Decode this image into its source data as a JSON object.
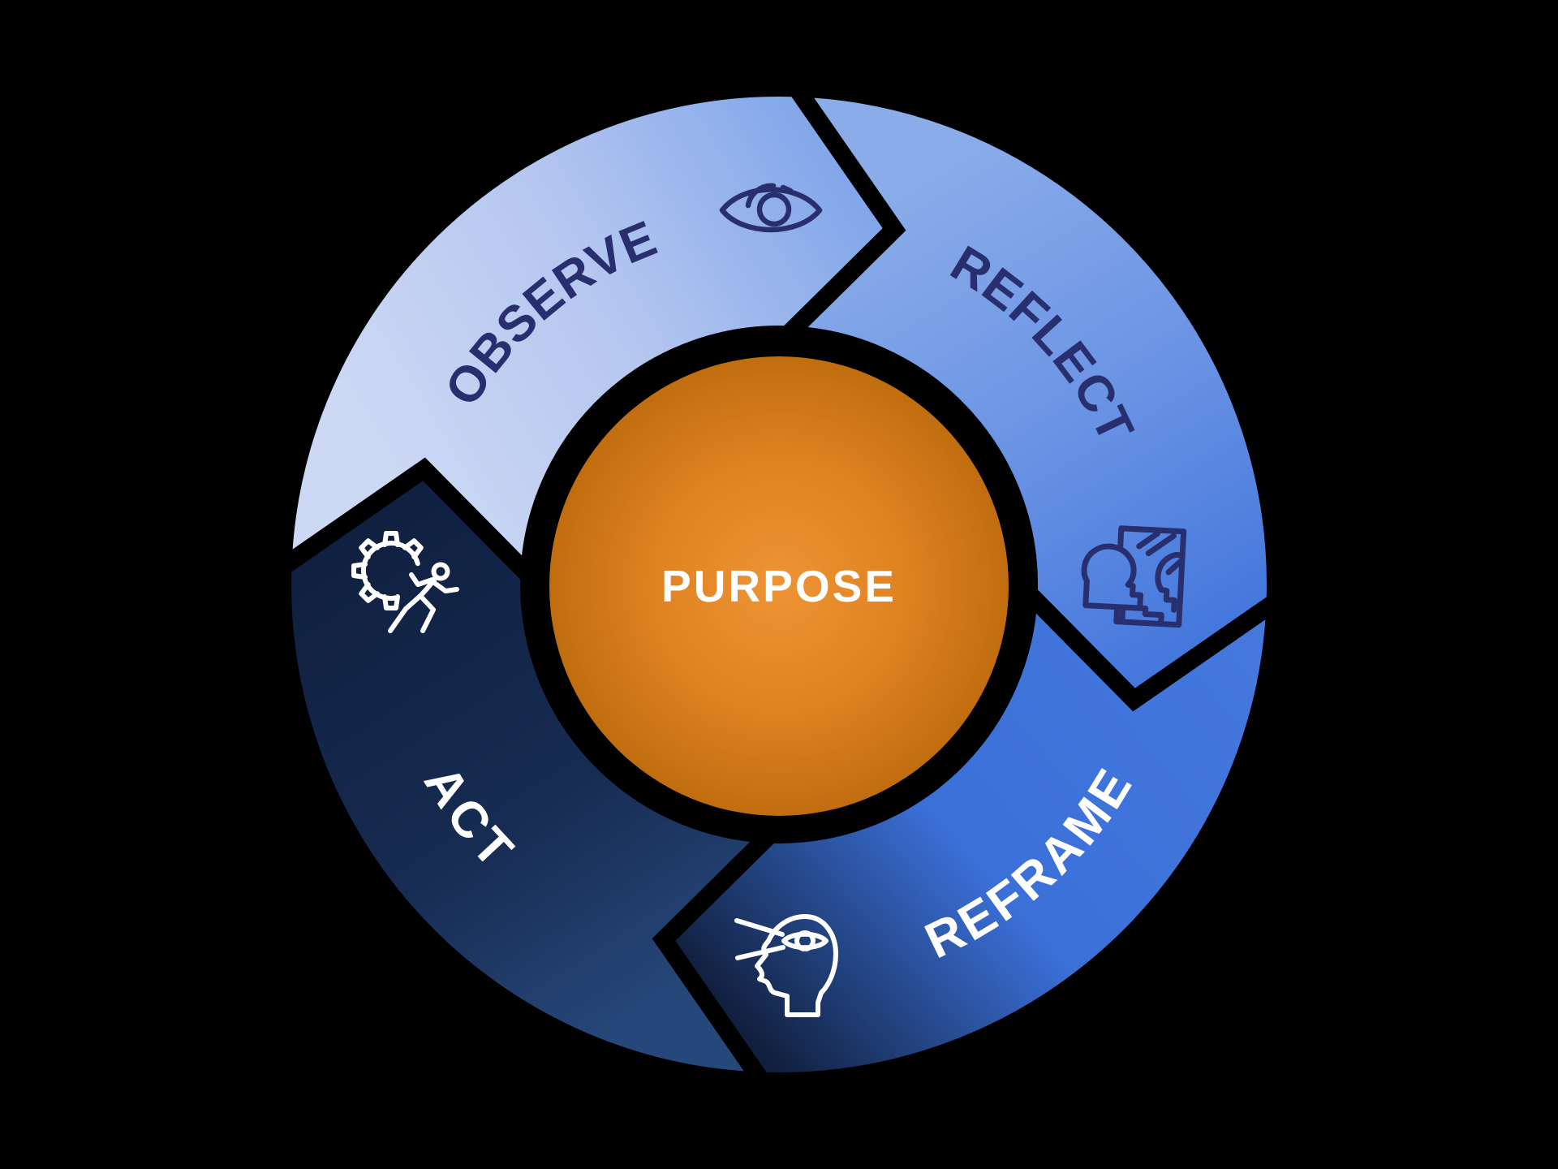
{
  "background": "#000000",
  "diagram": {
    "name": "purpose-cycle",
    "center": {
      "label": "PURPOSE",
      "text_color": "#ffffff",
      "gradient": [
        "#ee9434",
        "#df8221",
        "#c06d10"
      ]
    },
    "segments": [
      {
        "id": "observe",
        "label": "OBSERVE",
        "icon": "eye-icon",
        "label_color": "#282e6e",
        "icon_color": "#282e6e",
        "gradient": [
          "#cdd8f4",
          "#b5c6f0",
          "#7fa5e9"
        ]
      },
      {
        "id": "reflect",
        "label": "REFLECT",
        "icon": "mirror-reflection-icon",
        "label_color": "#282e6e",
        "icon_color": "#282e6e",
        "gradient": [
          "#8aace9",
          "#6b94e4",
          "#4276dc"
        ]
      },
      {
        "id": "reframe",
        "label": "REFRAME",
        "icon": "head-vision-icon",
        "label_color": "#ffffff",
        "icon_color": "#ffffff",
        "gradient": [
          "#4478dd",
          "#3b70d9",
          "#1f3c72",
          "#111f3e"
        ]
      },
      {
        "id": "act",
        "label": "ACT",
        "icon": "gear-runner-icon",
        "label_color": "#ffffff",
        "icon_color": "#ffffff",
        "gradient": [
          "#26477a",
          "#172c52",
          "#0f1f3f"
        ]
      }
    ]
  }
}
